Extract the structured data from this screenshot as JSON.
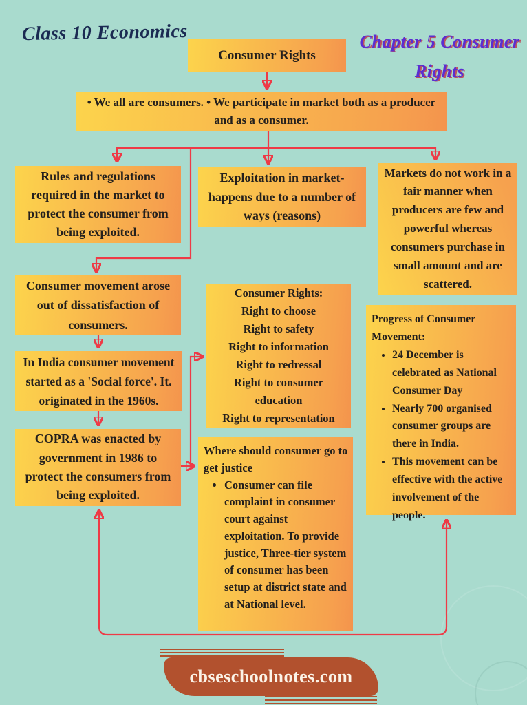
{
  "page": {
    "background_color": "#a9dbce",
    "box_gradient": [
      "#fcd44c",
      "#f4944d"
    ],
    "arrow_color": "#ee3a46",
    "footer_pill_color": "#b2512e"
  },
  "header": {
    "left_title": "Class 10 Economics",
    "right_title_line1": "Chapter 5 Consumer",
    "right_title_line2": "Rights"
  },
  "flowchart": {
    "title_box": "Consumer Rights",
    "intro_box": "• We all are consumers. • We participate in market both as a producer and as a consumer.",
    "rules_box": "Rules and regulations required in the market to protect the consumer from being exploited.",
    "exploitation_box": "Exploitation in market- happens due to a number of ways (reasons)",
    "markets_box": "Markets do not work in a fair manner when producers are few and powerful whereas consumers purchase in small amount and are scattered.",
    "movement_box": "Consumer movement arose out of dissatisfaction of consumers.",
    "india_box": "In India consumer movement started as a 'Social force'. It. originated in the 1960s.",
    "copra_box": "COPRA was enacted by government in 1986 to protect the consumers from being exploited.",
    "rights_box": {
      "title": "Consumer Rights:",
      "items": [
        "Right to choose",
        "Right to safety",
        "Right to information",
        "Right to redressal",
        "Right to consumer education",
        "Right to representation"
      ]
    },
    "justice_box": {
      "title": "Where should consumer go to get justice",
      "items": [
        "Consumer can file complaint in consumer court against exploitation. To provide justice, Three-tier system of consumer has been setup at district state and at National level."
      ]
    },
    "progress_box": {
      "title": "Progress of Consumer Movement:",
      "items": [
        "24 December is celebrated as National Consumer Day",
        "Nearly 700 organised consumer groups are there in India.",
        "This movement can be effective with the active involvement of the people."
      ]
    }
  },
  "footer": {
    "website": "cbseschoolnotes.com"
  }
}
